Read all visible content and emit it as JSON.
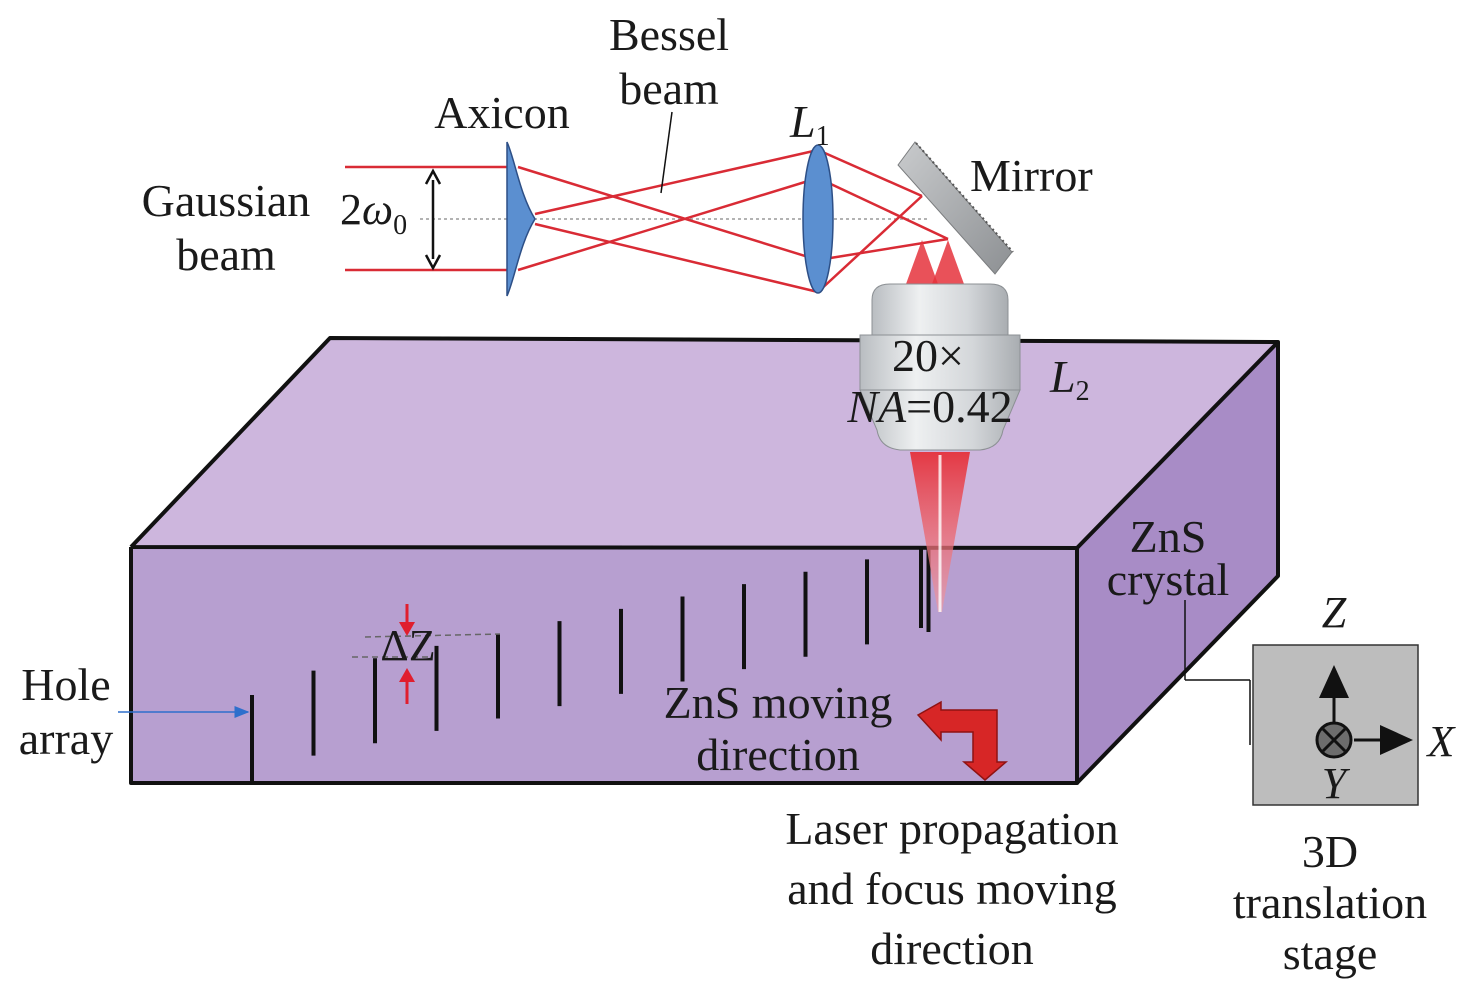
{
  "labels": {
    "gaussian_line1": "Gaussian",
    "gaussian_line2": "beam",
    "waist_coef": "2",
    "waist_symbol": "ω",
    "waist_sub": "0",
    "axicon": "Axicon",
    "bessel_line1": "Bessel",
    "bessel_line2": "beam",
    "l1_letter": "L",
    "l1_sub": "1",
    "mirror": "Mirror",
    "objective_mag": "20×",
    "objective_na_symbol": "NA",
    "objective_na_value": "=0.42",
    "l2_letter": "L",
    "l2_sub": "2",
    "crystal_line1": "ZnS",
    "crystal_line2": "crystal",
    "hole_line1": "Hole",
    "hole_line2": "array",
    "delta_z": "ΔZ",
    "zns_move_line1": "ZnS moving",
    "zns_move_line2": "direction",
    "laser_line1": "Laser propagation",
    "laser_line2": "and focus moving",
    "laser_line3": "direction",
    "stage_line1": "3D",
    "stage_line2": "translation",
    "stage_line3": "stage",
    "axis_z": "Z",
    "axis_x": "X",
    "axis_y": "Y"
  },
  "colors": {
    "beam": "#d92b35",
    "lens": "#5b8fd0",
    "crystal_top": "#cdb6dd",
    "crystal_front": "#b79fd0",
    "crystal_side": "#a88cc6",
    "stage": "#bdbdbd",
    "objective": "#d5d8da",
    "pointer": "#2e6fcc"
  },
  "hole_array": {
    "count": 12
  }
}
